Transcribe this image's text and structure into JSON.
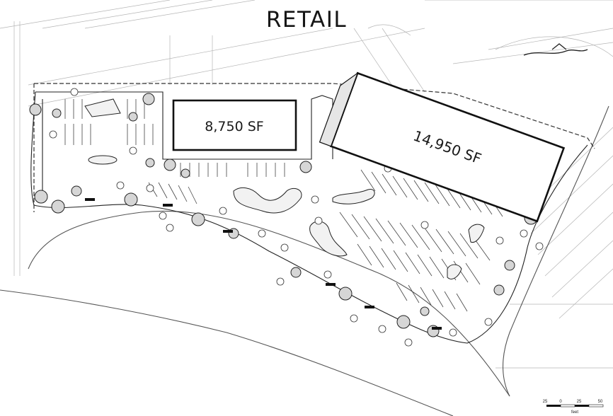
{
  "title": "RETAIL",
  "buildings": [
    {
      "name": "building-a",
      "label": "8,750 SF"
    },
    {
      "name": "building-b",
      "label": "14,950 SF"
    }
  ],
  "scale_bar": {
    "ticks": [
      "25",
      "0",
      "25",
      "50"
    ],
    "unit": "feet"
  },
  "colors": {
    "ink": "#1a1a1a",
    "line": "#555555",
    "faint": "#a9a9a9",
    "paper": "#ffffff"
  }
}
